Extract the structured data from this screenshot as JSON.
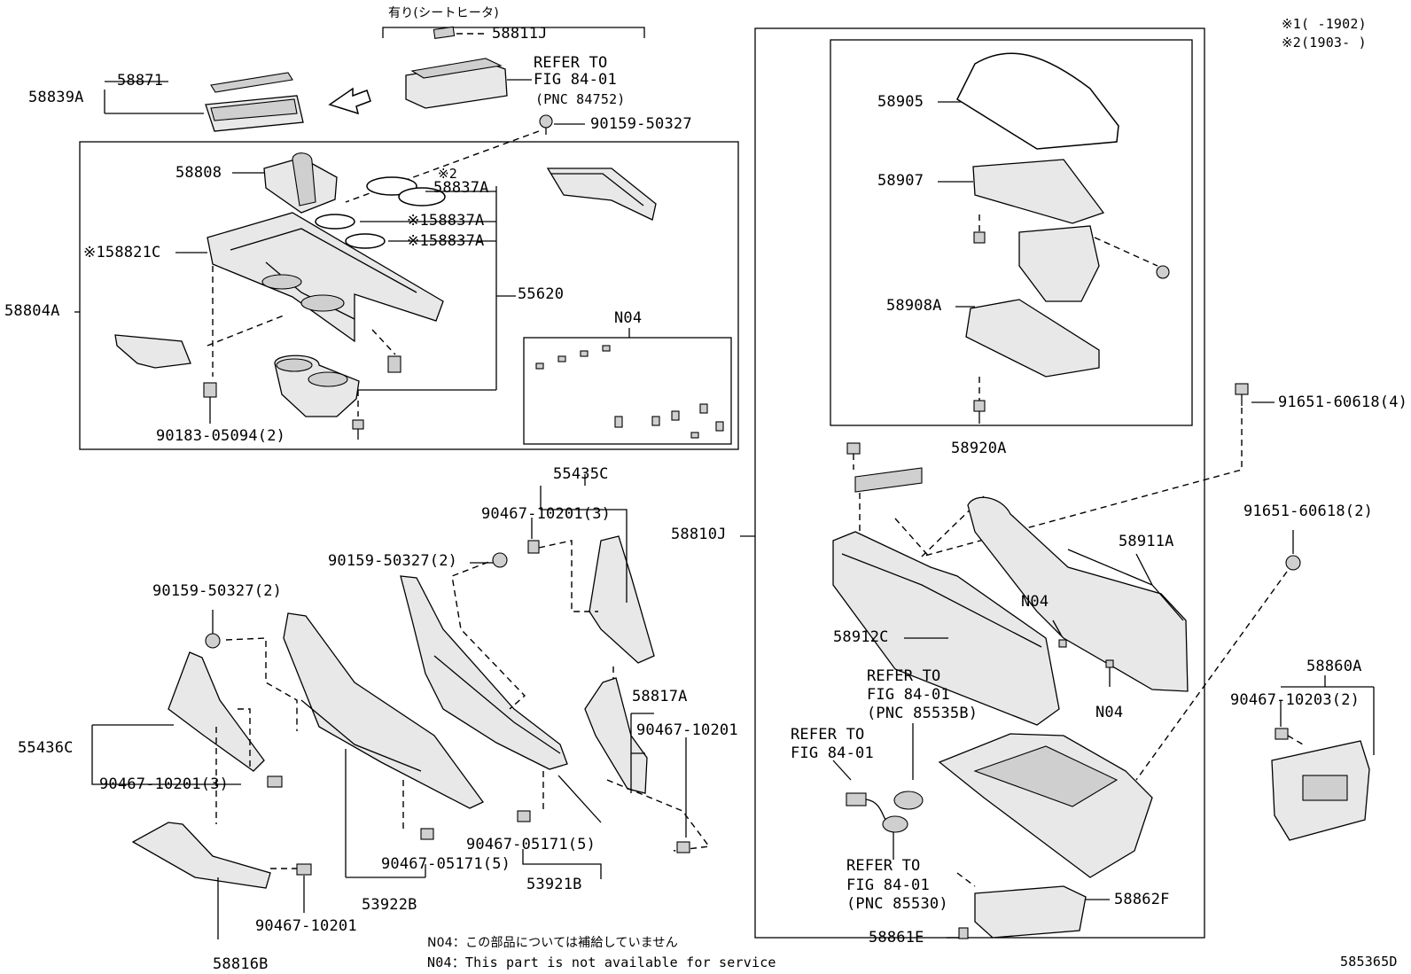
{
  "labels": {
    "option_heater": "有り(シートヒータ)",
    "p58811J": "58811J",
    "refer1_a": "REFER TO",
    "refer1_b": "FIG 84-01",
    "refer1_pnc": "(PNC 84752)",
    "p90159_50327_top": "90159-50327",
    "p58871": "58871",
    "p58839A": "58839A",
    "p58808": "58808",
    "m2_mark": "※2",
    "p58837A_1": "58837A",
    "p58837A_2": "※158837A",
    "p58837A_3": "※158837A",
    "p58821C": "※158821C",
    "p58804A": "58804A",
    "p55620": "55620",
    "n04_box": "N04",
    "p90183": "90183-05094(2)",
    "note1": "※1(    -1902)",
    "note2": "※2(1903-    )",
    "p58905": "58905",
    "p58907": "58907",
    "p58908A": "58908A",
    "p58920A": "58920A",
    "p91651_4": "91651-60618(4)",
    "p91651_2": "91651-60618(2)",
    "p58810J": "58810J",
    "p58911A": "58911A",
    "n04_a": "N04",
    "n04_b": "N04",
    "p58912C": "58912C",
    "refer2_a": "REFER TO",
    "refer2_b": "FIG 84-01",
    "refer2_pnc": "(PNC 85535B)",
    "refer3_a": "REFER TO",
    "refer3_b": "FIG 84-01",
    "refer4_a": "REFER TO",
    "refer4_b": "FIG 84-01",
    "refer4_pnc": "(PNC 85530)",
    "p58860A": "58860A",
    "p90467_10203": "90467-10203(2)",
    "p58862F": "58862F",
    "p58861E": "58861E",
    "p55435C": "55435C",
    "p90467_10201_3a": "90467-10201(3)",
    "p90159_50327_2a": "90159-50327(2)",
    "p90159_50327_2b": "90159-50327(2)",
    "p58817A": "58817A",
    "p90467_10201_a": "90467-10201",
    "p55436C": "55436C",
    "p90467_10201_3b": "90467-10201(3)",
    "p90467_05171_a": "90467-05171(5)",
    "p90467_05171_b": "90467-05171(5)",
    "p53921B": "53921B",
    "p53922B": "53922B",
    "p90467_10201_b": "90467-10201",
    "p58816B": "58816B",
    "footnote_jp": "N04：この部品については補給していません",
    "footnote_en": "N04：This part is not available for service",
    "diagram_id": "585365D"
  }
}
